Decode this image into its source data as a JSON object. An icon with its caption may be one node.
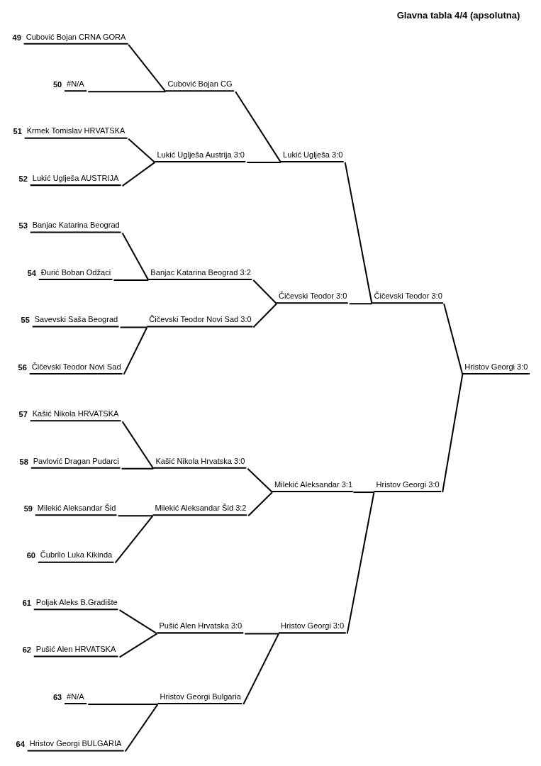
{
  "diagram": {
    "title": "Glavna tabla 4/4 (apsolutna)",
    "nodes": [
      {
        "text": [
          "49",
          "Cubović Bojan CRNA GORA"
        ]
      },
      {
        "text": [
          "50",
          "#N/A"
        ]
      },
      {
        "text": [
          "51",
          "Krmek Tomislav HRVATSKA"
        ]
      },
      {
        "text": [
          "52",
          "Lukić Uglješa AUSTRIJA"
        ]
      },
      {
        "text": [
          "53",
          "Banjac Katarina Beograd"
        ]
      },
      {
        "text": [
          "54",
          "Đurić Boban Odžaci"
        ]
      },
      {
        "text": [
          "55",
          "Savevski Saša Beograd"
        ]
      },
      {
        "text": [
          "56",
          "Čičevski Teodor Novi Sad"
        ]
      },
      {
        "text": [
          "57",
          "Kašić Nikola HRVATSKA"
        ]
      },
      {
        "text": [
          "58",
          "Pavlović Dragan Pudarci"
        ]
      },
      {
        "text": [
          "59",
          "Milekić Aleksandar Šid"
        ]
      },
      {
        "text": [
          "60",
          "Čubrilo Luka Kikinda"
        ]
      },
      {
        "text": [
          "61",
          "Poljak Aleks B.Gradište"
        ]
      },
      {
        "text": [
          "62",
          "Pušić Alen HRVATSKA"
        ]
      },
      {
        "text": [
          "63",
          "#N/A"
        ]
      },
      {
        "text": [
          "64",
          "Hristov Georgi BULGARIA"
        ]
      },
      {
        "text": [
          "Cubović Bojan CG"
        ]
      },
      {
        "text": [
          "Lukić Uglješa Austrija 3:0"
        ]
      },
      {
        "text": [
          "Banjac Katarina Beograd 3:2"
        ]
      },
      {
        "text": [
          "Čičevski Teodor Novi Sad 3:0"
        ]
      },
      {
        "text": [
          "Kašić Nikola Hrvatska 3:0"
        ]
      },
      {
        "text": [
          "Milekić Aleksandar Šid 3:2"
        ]
      },
      {
        "text": [
          "Pušić Alen Hrvatska 3:0"
        ]
      },
      {
        "text": [
          "Hristov Georgi Bulgaria"
        ]
      },
      {
        "text": [
          "Lukić Uglješa 3:0"
        ]
      },
      {
        "text": [
          "Čičevski Teodor 3:0"
        ]
      },
      {
        "text": [
          "Milekić Aleksandar 3:1"
        ]
      },
      {
        "text": [
          "Hristov Georgi 3:0"
        ]
      },
      {
        "text": [
          "Čičevski Teodor 3:0"
        ]
      },
      {
        "text": [
          "Hristov Georgi 3:0"
        ]
      },
      {
        "text": [
          "Hristov Georgi 3:0"
        ]
      }
    ],
    "edges": [
      {
        "from": 0,
        "to": 16,
        "arrow": "none"
      },
      {
        "from": 1,
        "to": 16,
        "arrow": "none"
      },
      {
        "from": 2,
        "to": 17,
        "arrow": "none"
      },
      {
        "from": 3,
        "to": 17,
        "arrow": "none"
      },
      {
        "from": 4,
        "to": 18,
        "arrow": "none"
      },
      {
        "from": 5,
        "to": 18,
        "arrow": "none"
      },
      {
        "from": 6,
        "to": 19,
        "arrow": "none"
      },
      {
        "from": 7,
        "to": 19,
        "arrow": "none"
      },
      {
        "from": 8,
        "to": 20,
        "arrow": "none"
      },
      {
        "from": 9,
        "to": 20,
        "arrow": "none"
      },
      {
        "from": 10,
        "to": 21,
        "arrow": "none"
      },
      {
        "from": 11,
        "to": 21,
        "arrow": "none"
      },
      {
        "from": 12,
        "to": 22,
        "arrow": "none"
      },
      {
        "from": 13,
        "to": 22,
        "arrow": "none"
      },
      {
        "from": 14,
        "to": 23,
        "arrow": "none"
      },
      {
        "from": 15,
        "to": 23,
        "arrow": "none"
      },
      {
        "from": 16,
        "to": 24,
        "arrow": "none"
      },
      {
        "from": 17,
        "to": 24,
        "arrow": "none"
      },
      {
        "from": 18,
        "to": 25,
        "arrow": "none"
      },
      {
        "from": 19,
        "to": 25,
        "arrow": "none"
      },
      {
        "from": 20,
        "to": 26,
        "arrow": "none"
      },
      {
        "from": 21,
        "to": 26,
        "arrow": "none"
      },
      {
        "from": 22,
        "to": 27,
        "arrow": "none"
      },
      {
        "from": 23,
        "to": 27,
        "arrow": "none"
      },
      {
        "from": 24,
        "to": 28,
        "arrow": "none"
      },
      {
        "from": 25,
        "to": 28,
        "arrow": "none"
      },
      {
        "from": 26,
        "to": 29,
        "arrow": "none"
      },
      {
        "from": 27,
        "to": 29,
        "arrow": "none"
      },
      {
        "from": 28,
        "to": 30,
        "arrow": "none"
      },
      {
        "from": 29,
        "to": 30,
        "arrow": "none"
      }
    ]
  }
}
